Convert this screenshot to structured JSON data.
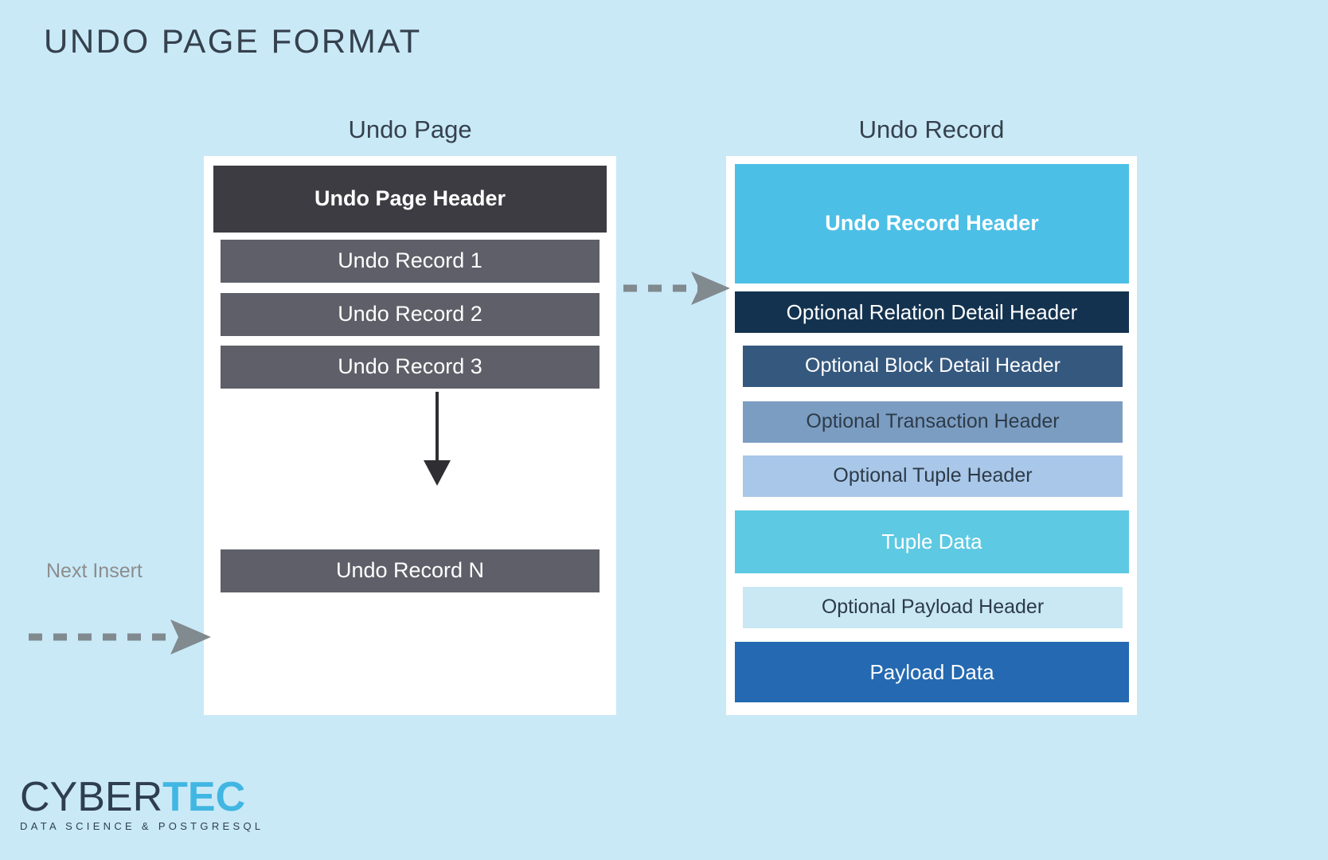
{
  "title": "UNDO PAGE FORMAT",
  "theme": {
    "background": "#c9e9f7",
    "panel": "#ffffff",
    "title_color": "#35414d",
    "arrow_gray": "#808a8f",
    "arrow_dark": "#2f2f33"
  },
  "left_column": {
    "caption": "Undo Page",
    "rows": [
      {
        "label": "Undo Page Header",
        "bg": "#3c3c42",
        "fg": "#ffffff",
        "bold": true
      },
      {
        "label": "Undo Record 1",
        "bg": "#5e5f68",
        "fg": "#ffffff",
        "bold": false
      },
      {
        "label": "Undo Record 2",
        "bg": "#5e5f68",
        "fg": "#ffffff",
        "bold": false
      },
      {
        "label": "Undo Record 3",
        "bg": "#5e5f68",
        "fg": "#ffffff",
        "bold": false
      },
      {
        "label": "Undo Record N",
        "bg": "#5e5f68",
        "fg": "#ffffff",
        "bold": false
      }
    ]
  },
  "right_column": {
    "caption": "Undo Record",
    "rows": [
      {
        "label": "Undo Record Header",
        "bg": "#4cbfe6",
        "fg": "#ffffff",
        "bold": true
      },
      {
        "label": "Optional Relation Detail Header",
        "bg": "#13324f",
        "fg": "#ffffff",
        "bold": false
      },
      {
        "label": "Optional Block Detail Header",
        "bg": "#35587e",
        "fg": "#ffffff",
        "bold": false
      },
      {
        "label": "Optional Transaction Header",
        "bg": "#7c9dc2",
        "fg": "#2d3b49",
        "bold": false
      },
      {
        "label": "Optional Tuple Header",
        "bg": "#a9c7e8",
        "fg": "#2d3b49",
        "bold": false
      },
      {
        "label": "Tuple Data",
        "bg": "#5dc9e2",
        "fg": "#ffffff",
        "bold": false
      },
      {
        "label": "Optional Payload Header",
        "bg": "#c9e8f3",
        "fg": "#2d3b49",
        "bold": false
      },
      {
        "label": "Payload Data",
        "bg": "#2469b1",
        "fg": "#ffffff",
        "bold": false
      }
    ]
  },
  "annotations": {
    "next_insert": "Next Insert"
  },
  "logo": {
    "word_primary": "CYBER",
    "word_accent": "TEC",
    "tagline": "DATA SCIENCE & POSTGRESQL",
    "primary_color": "#2f3e4f",
    "accent_color": "#41b6e2"
  }
}
